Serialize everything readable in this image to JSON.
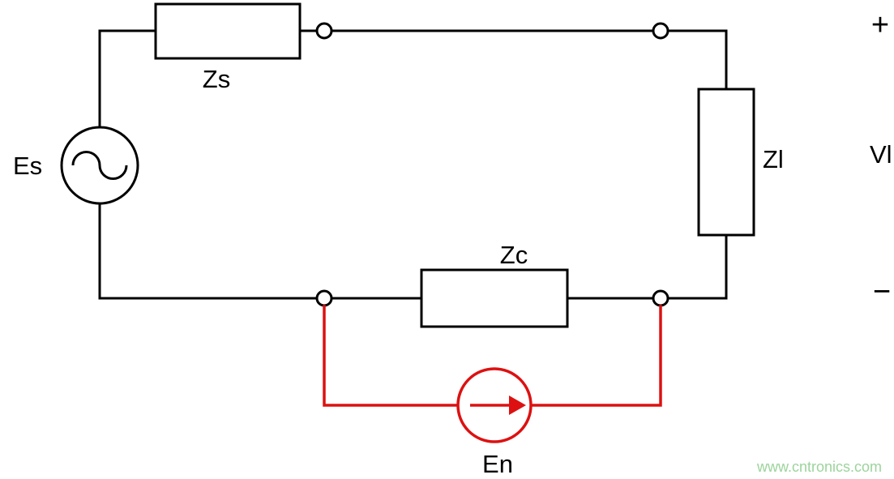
{
  "diagram": {
    "colors": {
      "wire": "#000000",
      "component_fill": "#ffffff",
      "noise": "#dd1111",
      "background": "#ffffff",
      "watermark": "#9cd49c"
    },
    "labels": {
      "source": "Es",
      "source_impedance": "Zs",
      "load_impedance": "Zl",
      "coupling_impedance": "Zc",
      "noise_source": "En",
      "polarity_plus": "+",
      "polarity_minus": "−",
      "load_voltage": "Vl"
    },
    "watermark": "www.cntronics.com"
  }
}
